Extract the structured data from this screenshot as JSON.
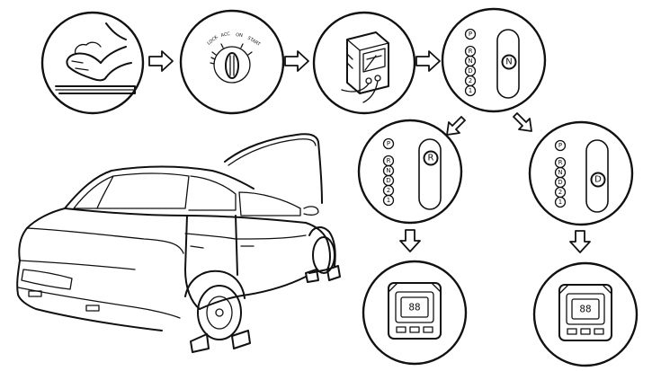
{
  "ignition_key_labels": [
    "LOCK",
    "ACC",
    "ON",
    "START"
  ],
  "gear_positions": [
    "P",
    "R",
    "N",
    "D",
    "2",
    "1"
  ],
  "selected_gears": {
    "top": "N",
    "left": "R",
    "right": "D"
  },
  "display_readout": "88"
}
